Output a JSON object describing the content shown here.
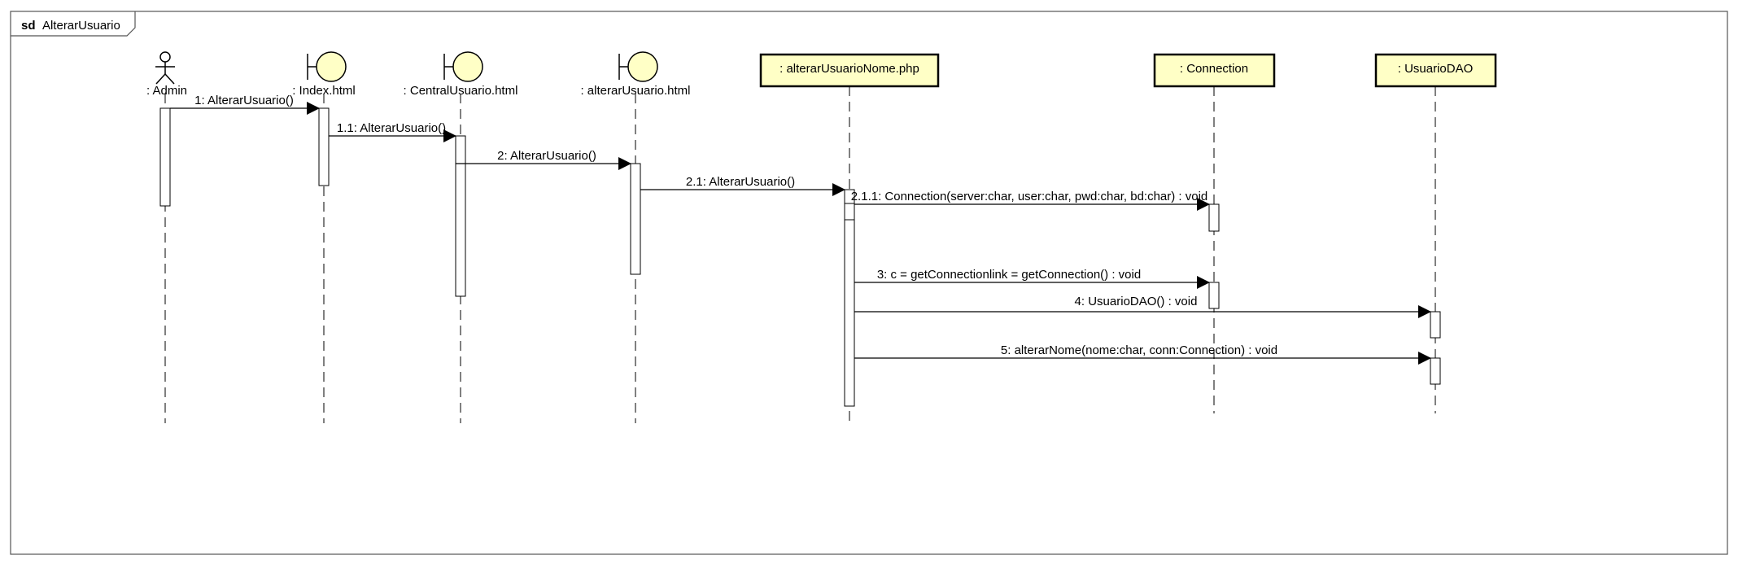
{
  "frame": {
    "keyword": "sd",
    "name": "AlterarUsuario"
  },
  "colors": {
    "fill": "#ffffc6",
    "line": "#000000",
    "background": "#ffffff"
  },
  "lifelines": [
    {
      "id": "admin",
      "kind": "actor",
      "label": ": Admin"
    },
    {
      "id": "index",
      "kind": "boundary",
      "label": ": Index.html"
    },
    {
      "id": "central",
      "kind": "boundary",
      "label": ": CentralUsuario.html"
    },
    {
      "id": "alterar",
      "kind": "boundary",
      "label": ": alterarUsuario.html"
    },
    {
      "id": "php",
      "kind": "object",
      "label": ": alterarUsuarioNome.php"
    },
    {
      "id": "conn",
      "kind": "object",
      "label": ": Connection"
    },
    {
      "id": "dao",
      "kind": "object",
      "label": ": UsuarioDAO"
    }
  ],
  "messages": [
    {
      "from": "admin",
      "to": "index",
      "label": "1: AlterarUsuario()"
    },
    {
      "from": "index",
      "to": "central",
      "label": "1.1: AlterarUsuario()"
    },
    {
      "from": "central",
      "to": "alterar",
      "label": "2: AlterarUsuario()"
    },
    {
      "from": "alterar",
      "to": "php",
      "label": "2.1: AlterarUsuario()"
    },
    {
      "from": "php",
      "to": "conn",
      "label": "2.1.1: Connection(server:char, user:char, pwd:char, bd:char) : void"
    },
    {
      "from": "php",
      "to": "conn",
      "label": "3: c = getConnectionlink = getConnection() : void"
    },
    {
      "from": "php",
      "to": "dao",
      "label": "4: UsuarioDAO() : void"
    },
    {
      "from": "php",
      "to": "dao",
      "label": "5: alterarNome(nome:char, conn:Connection) : void"
    }
  ]
}
